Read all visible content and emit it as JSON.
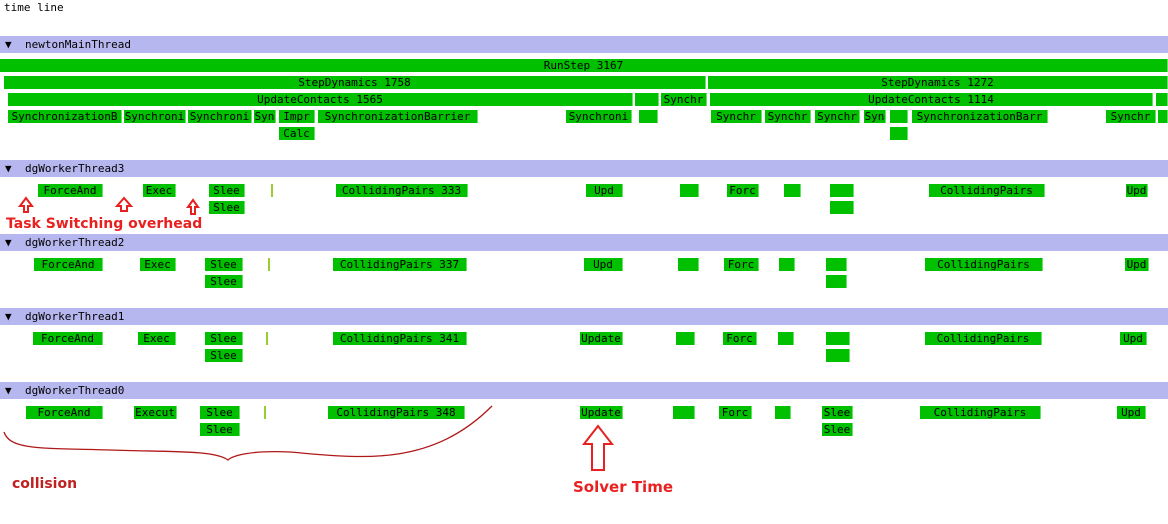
{
  "title": "time line",
  "threads": [
    {
      "name": "newtonMainThread"
    },
    {
      "name": "dgWorkerThread3"
    },
    {
      "name": "dgWorkerThread2"
    },
    {
      "name": "dgWorkerThread1"
    },
    {
      "name": "dgWorkerThread0"
    }
  ],
  "main": {
    "runstep": "RunStep 3167",
    "step1": "StepDynamics 1758",
    "step2": "StepDynamics 1272",
    "update1": "UpdateContacts 1565",
    "update2": "UpdateContacts 1114",
    "synchr_mid": "Synchr",
    "sub": {
      "s1": "SynchronizationB",
      "s2": "Synchroni",
      "s3": "Synchroni",
      "s4": "Syn",
      "s5": "Impr",
      "s6": "SynchronizationBarrier",
      "s7": "Synchroni",
      "s8": "Synchr",
      "s9": "Synchr",
      "s10": "Synchr",
      "s11": "Syn",
      "s12": "SynchronizationBarr",
      "s13": "Synchr",
      "calc": "Calc"
    }
  },
  "w3": {
    "force": "ForceAnd",
    "exec": "Exec",
    "slee1": "Slee",
    "slee2": "Slee",
    "pairs": "CollidingPairs 333",
    "upd": "Upd",
    "forc": "Forc",
    "pairs2": "CollidingPairs",
    "upd2": "Upd"
  },
  "w2": {
    "force": "ForceAnd",
    "exec": "Exec",
    "slee1": "Slee",
    "slee2": "Slee",
    "pairs": "CollidingPairs 337",
    "upd": "Upd",
    "forc": "Forc",
    "pairs2": "CollidingPairs",
    "upd2": "Upd"
  },
  "w1": {
    "force": "ForceAnd",
    "exec": "Exec",
    "slee1": "Slee",
    "slee2": "Slee",
    "pairs": "CollidingPairs 341",
    "upd": "Update",
    "forc": "Forc",
    "pairs2": "CollidingPairs",
    "upd2": "Upd"
  },
  "w0": {
    "force": "ForceAnd",
    "exec": "Execut",
    "slee1": "Slee",
    "slee2": "Slee",
    "pairs": "CollidingPairs 348",
    "upd": "Update",
    "forc": "Forc",
    "slee3": "Slee",
    "slee4": "Slee",
    "pairs2": "CollidingPairs",
    "upd2": "Upd"
  },
  "annotations": {
    "task_switch": "Task Switching overhead",
    "collision": "collision",
    "solver": "Solver Time"
  },
  "icons": {
    "expand": "triangle-down-icon",
    "arrow": "red-up-arrow-icon"
  },
  "colors": {
    "bar": "#00c000",
    "header": "#b7b7f0",
    "annotation": "#e8201f"
  }
}
